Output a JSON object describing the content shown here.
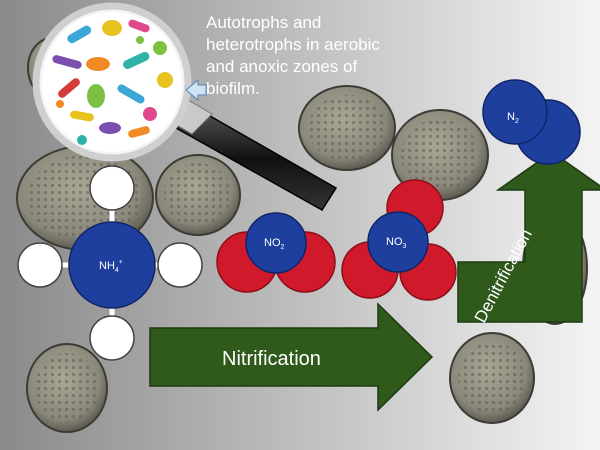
{
  "caption": "Autotrophs and\nheterotrophs in aerobic\nand anoxic zones of\nbiofilm.",
  "molecules": {
    "nh4": {
      "base": "NH",
      "sub": "4",
      "sup": "+"
    },
    "no2": {
      "base": "NO",
      "sub": "2"
    },
    "no3": {
      "base": "NO",
      "sub": "3"
    },
    "n2": {
      "base": "N",
      "sub": "2"
    }
  },
  "arrows": {
    "nitrification": "Nitrification",
    "denitrification": "Denitrification"
  },
  "colors": {
    "background_dark": "#8c8c8c",
    "background_light": "#f2f2f2",
    "nitrogen": "#1f3f9e",
    "oxygen": "#d0192a",
    "hydrogen": "#ffffff",
    "arrow": "#2f5a1c",
    "magnifier_handle": "#1a1a1a"
  }
}
